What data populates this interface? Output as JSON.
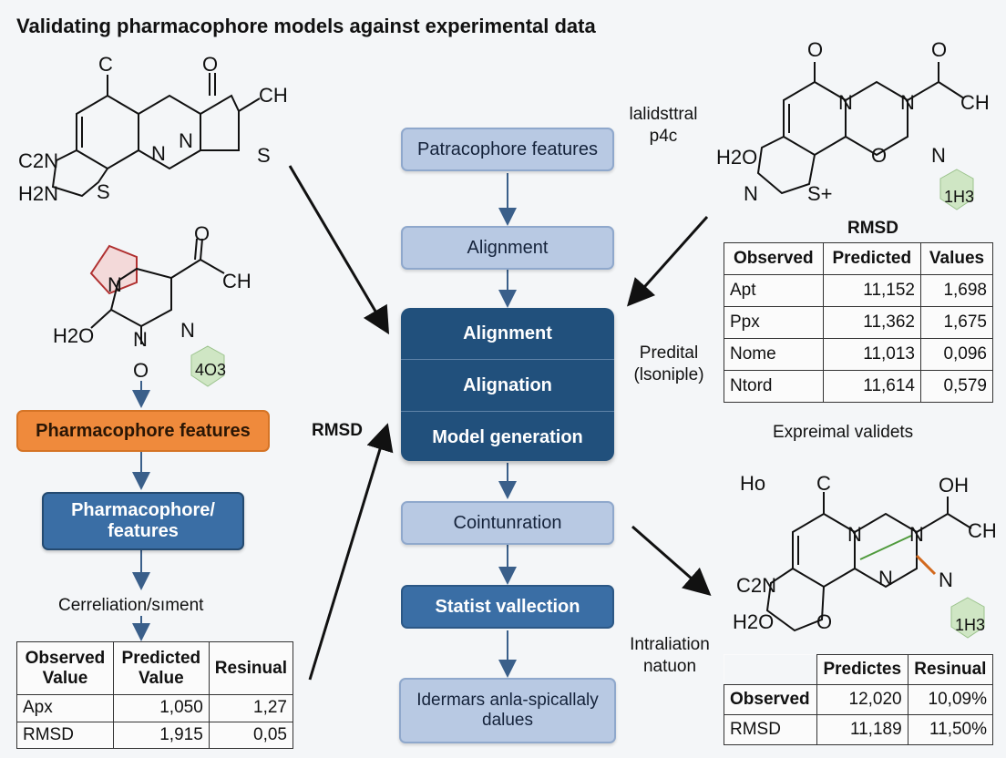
{
  "title": "Validating pharmacophore models against experimental data",
  "flow_center": {
    "box1": "Patracophore features",
    "box2": "Alignment",
    "stack": [
      "Alignment",
      "Alignation",
      "Model generation"
    ],
    "box4": "Cointunration",
    "box5": "Statist vallection",
    "box6": "Idermars anla-spicallaly dalues"
  },
  "flow_left": {
    "orange": "Pharmacophore features",
    "blue": "Pharmacophore/ features",
    "caption": "Cerreliation/sıment"
  },
  "labels": {
    "top_right_note": "lalidsttral p4c",
    "predital": "Predital (lsoniple)",
    "rmsd_left": "RMSD",
    "rmsd_right": "RMSD",
    "exp_valid": "Expreimal validets",
    "intralation": "Intraliation natuon"
  },
  "table_left": {
    "headers": [
      "Observed Value",
      "Predicted Value",
      "Resinual"
    ],
    "rows": [
      [
        "Apx",
        "1,050",
        "1,27"
      ],
      [
        "RMSD",
        "1,915",
        "0,05"
      ]
    ]
  },
  "table_right_top": {
    "headers": [
      "Observed",
      "Predicted",
      "Values"
    ],
    "rows": [
      [
        "Apt",
        "11,152",
        "1,698"
      ],
      [
        "Ppx",
        "11,362",
        "1,675"
      ],
      [
        "Nome",
        "11,013",
        "0,096"
      ],
      [
        "Ntord",
        "11,614",
        "0,579"
      ]
    ]
  },
  "table_right_bottom": {
    "headers": [
      "Predictes",
      "Resinual"
    ],
    "row_header": "Observed",
    "rows": [
      [
        "12,020",
        "10,09%"
      ],
      [
        "RMSD",
        "11,189",
        "11,50%"
      ]
    ]
  },
  "atoms": {
    "m1": [
      "C",
      "O",
      "CH",
      "C2N",
      "H2N",
      "S",
      "N",
      "N",
      "S"
    ],
    "m2": [
      "O",
      "CH",
      "N",
      "H2O",
      "N",
      "O",
      "N",
      "4O3"
    ],
    "m3": [
      "O",
      "O",
      "N",
      "N",
      "CH",
      "H2O",
      "N",
      "S+",
      "O",
      "N",
      "1H3"
    ],
    "m4": [
      "Ho",
      "C",
      "OH",
      "N",
      "N",
      "CH",
      "C2N",
      "H2O",
      "O",
      "N",
      "N",
      "1H3"
    ]
  },
  "colors": {
    "dark_blue": "#21507c",
    "light_blue": "#b8c9e3",
    "orange": "#ef8a3c",
    "mid_blue": "#3a6ea5",
    "green_ring": "#cfe6c4"
  }
}
